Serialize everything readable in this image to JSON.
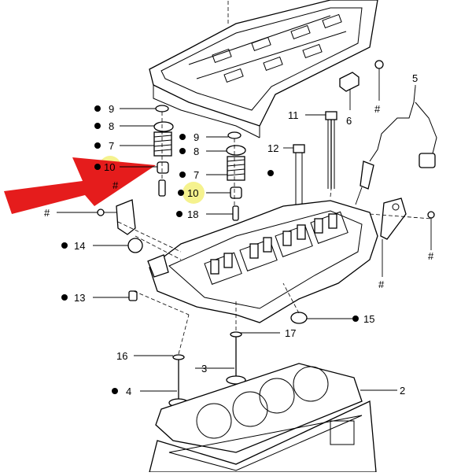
{
  "callouts": [
    {
      "id": "c9a",
      "label": "9"
    },
    {
      "id": "c8a",
      "label": "8"
    },
    {
      "id": "c7a",
      "label": "7"
    },
    {
      "id": "c10a",
      "label": "10"
    },
    {
      "id": "c9b",
      "label": "9"
    },
    {
      "id": "c8b",
      "label": "8"
    },
    {
      "id": "c7b",
      "label": "7"
    },
    {
      "id": "c10b",
      "label": "10"
    },
    {
      "id": "c18",
      "label": "18"
    },
    {
      "id": "c11",
      "label": "11"
    },
    {
      "id": "c12",
      "label": "12"
    },
    {
      "id": "c6",
      "label": "6"
    },
    {
      "id": "c5",
      "label": "5"
    },
    {
      "id": "c14",
      "label": "14"
    },
    {
      "id": "c13",
      "label": "13"
    },
    {
      "id": "c15",
      "label": "15"
    },
    {
      "id": "c16",
      "label": "16"
    },
    {
      "id": "c17",
      "label": "17"
    },
    {
      "id": "c3",
      "label": "3"
    },
    {
      "id": "c4",
      "label": "4"
    },
    {
      "id": "c2",
      "label": "2"
    }
  ],
  "hash_marks": [
    "#",
    "#",
    "#",
    "#",
    "#"
  ],
  "colors": {
    "arrow": "#e51c1c",
    "highlight": "#f3f07a",
    "ink": "#000000"
  },
  "arrow": {
    "points_to": "10"
  }
}
